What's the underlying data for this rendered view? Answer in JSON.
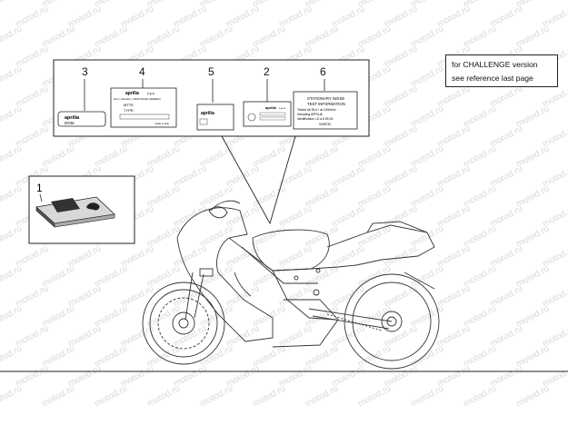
{
  "note": {
    "line1": "for CHALLENGE version",
    "line2": "see reference last page"
  },
  "callouts": [
    {
      "id": "label-3",
      "number": "3"
    },
    {
      "id": "label-4",
      "number": "4"
    },
    {
      "id": "label-5",
      "number": "5"
    },
    {
      "id": "label-2",
      "number": "2"
    },
    {
      "id": "label-6",
      "number": "6"
    },
    {
      "id": "label-1",
      "number": "1"
    }
  ],
  "decals": {
    "d3": {
      "brand": "aprilia",
      "line": "DGM"
    },
    "d4": {
      "brand": "aprilia",
      "brand_suffix": "s.p.a.",
      "address": "Via G. GALILEI 1, 30033 NOALE (VENEZIA)",
      "line_a": "MTTE",
      "line_b": "TYPE:",
      "footer": "made in Italy"
    },
    "d5": {
      "brand": "aprilia"
    },
    "d2": {
      "brand": "aprilia",
      "brand_suffix": "s.p.a."
    },
    "d6": {
      "title1": "STATIONARY NOISE",
      "title2": "TEST INFORMATION",
      "row1": "Tested db 95 d / at 1000/min",
      "row2": "Sampling  APRILIA",
      "row3": "Identification  LD a.5  89.25",
      "row4": "0008730"
    }
  },
  "watermark": {
    "text": "motod.ru"
  }
}
